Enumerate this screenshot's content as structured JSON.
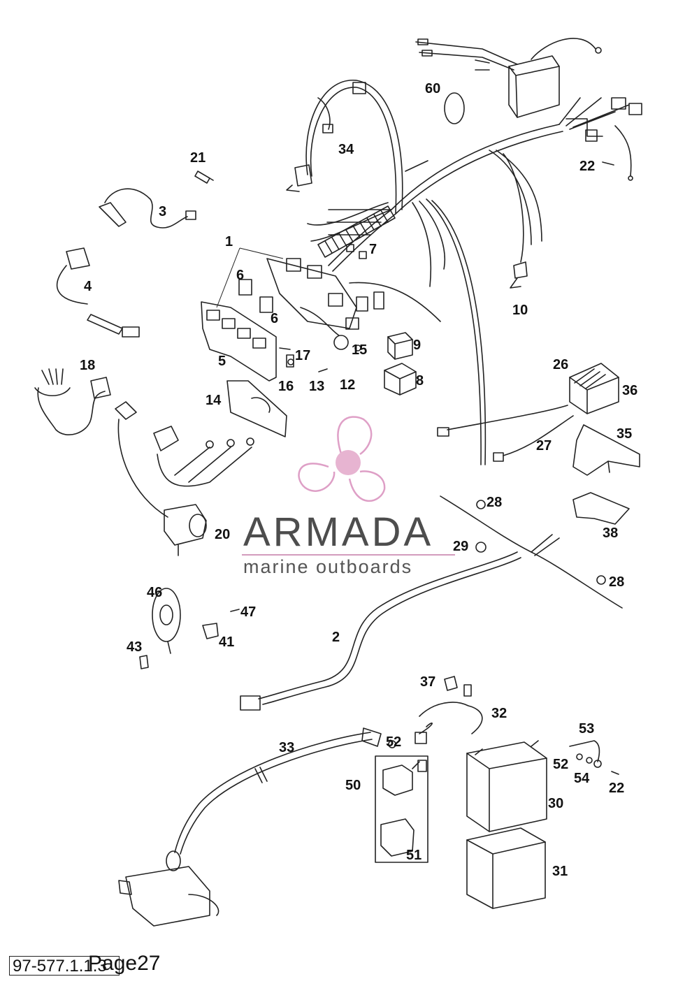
{
  "callouts": [
    {
      "id": "n60",
      "label": "60"
    },
    {
      "id": "n34",
      "label": "34"
    },
    {
      "id": "n21",
      "label": "21"
    },
    {
      "id": "n22a",
      "label": "22"
    },
    {
      "id": "n3",
      "label": "3"
    },
    {
      "id": "n1",
      "label": "1"
    },
    {
      "id": "n7",
      "label": "7"
    },
    {
      "id": "n6a",
      "label": "6"
    },
    {
      "id": "n6b",
      "label": "6"
    },
    {
      "id": "n4",
      "label": "4"
    },
    {
      "id": "n10",
      "label": "10"
    },
    {
      "id": "n9",
      "label": "9"
    },
    {
      "id": "n17",
      "label": "17"
    },
    {
      "id": "n15",
      "label": "15"
    },
    {
      "id": "n5",
      "label": "5"
    },
    {
      "id": "n16",
      "label": "16"
    },
    {
      "id": "n13",
      "label": "13"
    },
    {
      "id": "n12",
      "label": "12"
    },
    {
      "id": "n8",
      "label": "8"
    },
    {
      "id": "n18",
      "label": "18"
    },
    {
      "id": "n26",
      "label": "26"
    },
    {
      "id": "n36",
      "label": "36"
    },
    {
      "id": "n14",
      "label": "14"
    },
    {
      "id": "n35",
      "label": "35"
    },
    {
      "id": "n27",
      "label": "27"
    },
    {
      "id": "n28a",
      "label": "28"
    },
    {
      "id": "n38",
      "label": "38"
    },
    {
      "id": "n20",
      "label": "20"
    },
    {
      "id": "n29",
      "label": "29"
    },
    {
      "id": "n28b",
      "label": "28"
    },
    {
      "id": "n46",
      "label": "46"
    },
    {
      "id": "n47",
      "label": "47"
    },
    {
      "id": "n41",
      "label": "41"
    },
    {
      "id": "n2",
      "label": "2"
    },
    {
      "id": "n43",
      "label": "43"
    },
    {
      "id": "n37",
      "label": "37"
    },
    {
      "id": "n32",
      "label": "32"
    },
    {
      "id": "n53",
      "label": "53"
    },
    {
      "id": "n33",
      "label": "33"
    },
    {
      "id": "n52a",
      "label": "52"
    },
    {
      "id": "n52b",
      "label": "52"
    },
    {
      "id": "n54",
      "label": "54"
    },
    {
      "id": "n22b",
      "label": "22"
    },
    {
      "id": "n50",
      "label": "50"
    },
    {
      "id": "n30",
      "label": "30"
    },
    {
      "id": "n51",
      "label": "51"
    },
    {
      "id": "n31",
      "label": "31"
    }
  ],
  "watermark": {
    "brand": "ARMADA",
    "tagline": "marine outboards",
    "colors": {
      "primary": "#e3a8c9",
      "accent": "#d98fbd",
      "text": "#4d4d4d"
    }
  },
  "footer": {
    "doc_number": "97-577.1.1.3",
    "page_label": "Page27"
  }
}
